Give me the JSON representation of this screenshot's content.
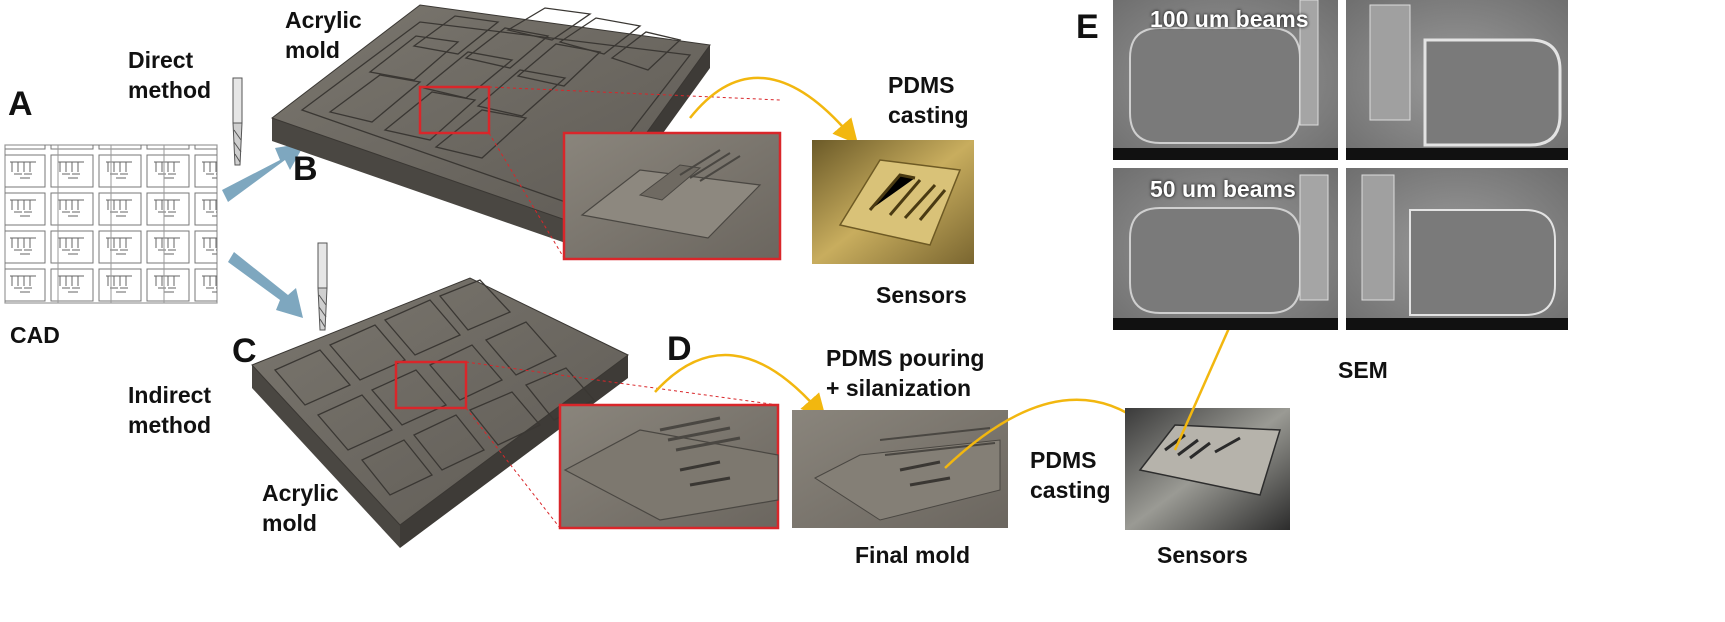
{
  "panels": {
    "a": "A",
    "b": "B",
    "c": "C",
    "d": "D",
    "e": "E"
  },
  "labels": {
    "cad": "CAD",
    "direct_method": "Direct\nmethod",
    "indirect_method": "Indirect\nmethod",
    "acrylic_mold_top": "Acrylic\nmold",
    "acrylic_mold_bottom": "Acrylic\nmold",
    "pdms_casting_top": "PDMS\ncasting",
    "sensors_top": "Sensors",
    "pdms_pouring": "PDMS pouring\n+ silanization",
    "final_mold": "Final mold",
    "pdms_casting_bottom": "PDMS\ncasting",
    "sensors_bottom": "Sensors",
    "sem": "SEM",
    "beams_100": "100 um beams",
    "beams_50": "50 um beams"
  },
  "colors": {
    "arrow_blue": "#7ea7bf",
    "arrow_yellow": "#f2b70f",
    "highlight_red": "#d9262a",
    "mold_top": "#6e6a63",
    "mold_side": "#4a4742",
    "sem_gray": "#8e8e8e",
    "photo_gold": "#b59c4e"
  }
}
